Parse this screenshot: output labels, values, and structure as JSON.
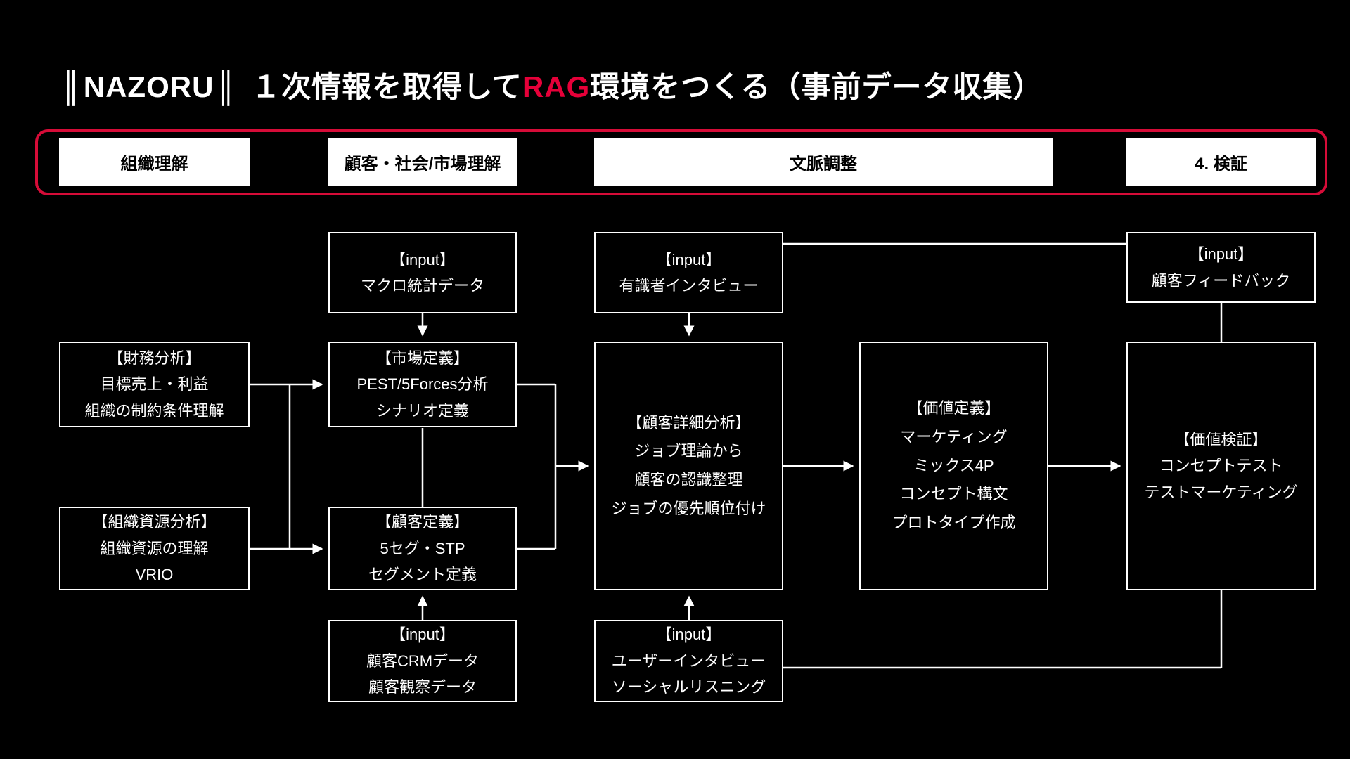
{
  "colors": {
    "background": "#000000",
    "accent_red": "#e60039",
    "frame_red": "#d60c38",
    "box_border": "#ffffff",
    "box_text": "#ffffff",
    "phase_bg": "#ffffff",
    "phase_text": "#000000"
  },
  "title": {
    "logo_bar": "║",
    "logo": "NAZORU",
    "part1": "１次情報を取得して",
    "highlight": "RAG",
    "part2": "環境をつくる（事前データ収集）"
  },
  "phases": [
    {
      "label": "組織理解"
    },
    {
      "label": "顧客・社会/市場理解"
    },
    {
      "label": "文脈調整"
    },
    {
      "label": "4. 検証"
    }
  ],
  "nodes": {
    "input_macro": "【input】\nマクロ統計データ",
    "input_expert": "【input】\n有識者インタビュー",
    "input_feedback": "【input】\n顧客フィードバック",
    "financial": "【財務分析】\n目標売上・利益\n組織の制約条件理解",
    "org_resource": "【組織資源分析】\n組織資源の理解\nVRIO",
    "market_def": "【市場定義】\nPEST/5Forces分析\nシナリオ定義",
    "customer_def": "【顧客定義】\n5セグ・STP\nセグメント定義",
    "input_crm": "【input】\n顧客CRMデータ\n顧客観察データ",
    "customer_analysis": "【顧客詳細分析】\nジョブ理論から\n顧客の認識整理\nジョブの優先順位付け",
    "input_user": "【input】\nユーザーインタビュー\nソーシャルリスニング",
    "value_def": "【価値定義】\nマーケティング\nミックス4P\nコンセプト構文\nプロトタイプ作成",
    "value_verify": "【価値検証】\nコンセプトテスト\nテストマーケティング"
  },
  "edges": [
    {
      "from": "financial",
      "to": "market_def",
      "arrow": true
    },
    {
      "from": "financial",
      "to": "customer_def",
      "arrow": true
    },
    {
      "from": "org_resource",
      "to": "market_def",
      "arrow": true
    },
    {
      "from": "org_resource",
      "to": "customer_def",
      "arrow": true
    },
    {
      "from": "input_macro",
      "to": "market_def",
      "arrow": true
    },
    {
      "from": "market_def",
      "to": "customer_def",
      "arrow": false
    },
    {
      "from": "input_crm",
      "to": "customer_def",
      "arrow": true
    },
    {
      "from": "market_def",
      "to": "customer_analysis",
      "arrow": true
    },
    {
      "from": "customer_def",
      "to": "customer_analysis",
      "arrow": true
    },
    {
      "from": "input_expert",
      "to": "customer_analysis",
      "arrow": true
    },
    {
      "from": "input_user",
      "to": "customer_analysis",
      "arrow": true
    },
    {
      "from": "customer_analysis",
      "to": "value_def",
      "arrow": true
    },
    {
      "from": "value_def",
      "to": "value_verify",
      "arrow": true
    },
    {
      "from": "input_expert",
      "to": "input_feedback",
      "arrow": false
    },
    {
      "from": "input_feedback",
      "to": "value_verify",
      "arrow": false
    },
    {
      "from": "value_verify",
      "to": "input_user",
      "arrow": false
    }
  ]
}
